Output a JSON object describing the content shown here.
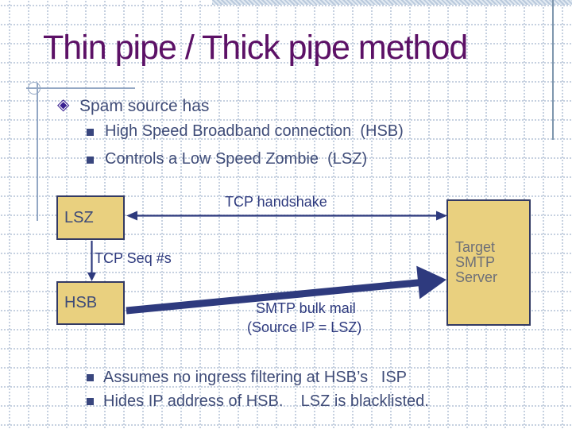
{
  "title": "Thin pipe / Thick pipe method",
  "icons": {
    "diamond_bullet": "◈"
  },
  "bullets": {
    "main": "Spam source has",
    "sub": [
      "High Speed Broadband connection  (HSB)",
      "Controls a Low Speed Zombie  (LSZ)"
    ]
  },
  "diagram": {
    "lsz_label": "LSZ",
    "hsb_label": "HSB",
    "target_lines": [
      "Target",
      "SMTP",
      "Server"
    ],
    "tcp_handshake": "TCP handshake",
    "tcp_seq": "TCP Seq #s",
    "smtp_bulk": "SMTP bulk mail",
    "smtp_source": "(Source IP = LSZ)"
  },
  "footer_bullets": [
    "Assumes no ingress filtering at HSB’s   ISP",
    "Hides IP address of HSB.    LSZ is blacklisted."
  ],
  "colors": {
    "title_text": "#5c1166",
    "body_text": "#3f4c78",
    "diagram_accent": "#2e3a7e",
    "box_fill": "#e9d07f",
    "box_border": "#333a63",
    "target_box_text": "#6d6f78",
    "bullet_diamond": "#3a2191",
    "bullet_square": "#39467e",
    "grid_dots": "#b7c5d8",
    "top_band": "#b9c9dc",
    "right_rule": "#7e96ad",
    "ornament": "#93a7c4"
  }
}
